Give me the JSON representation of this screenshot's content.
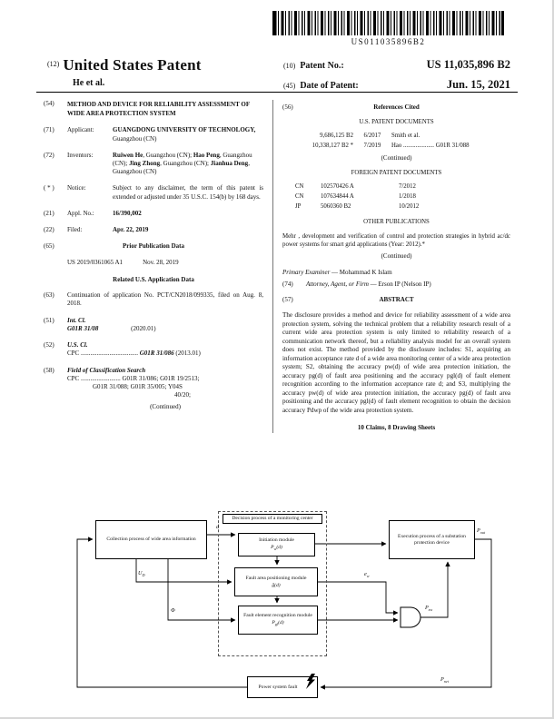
{
  "barcode": {
    "text": "US011035896B2"
  },
  "header": {
    "n12": "(12)",
    "title": "United States Patent",
    "authors": "He et al.",
    "n10": "(10)",
    "patent_no_label": "Patent No.:",
    "patent_no": "US 11,035,896 B2",
    "n45": "(45)",
    "date_label": "Date of Patent:",
    "date": "Jun. 15, 2021"
  },
  "left": {
    "f54": {
      "num": "(54)",
      "title": "METHOD AND DEVICE FOR RELIABILITY ASSESSMENT OF WIDE AREA PROTECTION SYSTEM"
    },
    "f71": {
      "num": "(71)",
      "label": "Applicant:",
      "bold": "GUANGDONG UNIVERSITY OF TECHNOLOGY,",
      "rest": " Guangzhou (CN)"
    },
    "f72": {
      "num": "(72)",
      "label": "Inventors:",
      "n1": "Ruiwen He",
      "l1": ", Guangzhou (CN); ",
      "n2": "Hao Peng",
      "l2": ", Guangzhou (CN); ",
      "n3": "Jing Zhong",
      "l3": ", Guangzhou (CN); ",
      "n4": "Jianhua Deng",
      "l4": ", Guangzhou (CN)"
    },
    "notice": {
      "num": "( * )",
      "label": "Notice:",
      "text": "Subject to any disclaimer, the term of this patent is extended or adjusted under 35 U.S.C. 154(b) by 168 days."
    },
    "f21": {
      "num": "(21)",
      "label": "Appl. No.:",
      "value": "16/390,002"
    },
    "f22": {
      "num": "(22)",
      "label": "Filed:",
      "value": "Apr. 22, 2019"
    },
    "f65": {
      "num": "(65)",
      "heading": "Prior Publication Data",
      "pub": "US 2019/0361065 A1",
      "date": "Nov. 28, 2019"
    },
    "related_heading": "Related U.S. Application Data",
    "f63": {
      "num": "(63)",
      "text": "Continuation of application No. PCT/CN2018/099335, filed on Aug. 8, 2018."
    },
    "f51": {
      "num": "(51)",
      "label": "Int. Cl.",
      "cls": "G01R 31/08",
      "ver": "(2020.01)"
    },
    "f52": {
      "num": "(52)",
      "label": "U.S. Cl.",
      "cpc_pre": "CPC ....................................",
      "cpc_cls": " G01R 31/086 ",
      "cpc_ver": "(2013.01)"
    },
    "f58": {
      "num": "(58)",
      "label": "Field of Classification Search",
      "line1": "CPC ......................... G01R 31/086; G01R 19/2513;",
      "line2": "G01R 31/088; G01R 35/005; Y04S",
      "line3": "40/20;",
      "continued": "(Continued)"
    }
  },
  "right": {
    "f56": {
      "num": "(56)",
      "heading": "References Cited"
    },
    "us_heading": "U.S. PATENT DOCUMENTS",
    "us_refs": [
      {
        "num": "9,686,125 B2",
        "date": "6/2017",
        "name": "Smith et al."
      },
      {
        "num": "10,338,127 B2 *",
        "date": "7/2019",
        "name": "Hao .................... G01R 31/088"
      }
    ],
    "us_continued": "(Continued)",
    "foreign_heading": "FOREIGN PATENT DOCUMENTS",
    "foreign_refs": [
      {
        "country": "CN",
        "num": "102570426 A",
        "date": "7/2012"
      },
      {
        "country": "CN",
        "num": "107634844 A",
        "date": "1/2018"
      },
      {
        "country": "JP",
        "num": "5060360 B2",
        "date": "10/2012"
      }
    ],
    "other_heading": "OTHER PUBLICATIONS",
    "other_text": "Mehr , development and verification of control and protection strategies in hybrid ac/dc power systems for smart grid applications (Year: 2012).*",
    "other_continued": "(Continued)",
    "examiner": {
      "label": "Primary Examiner",
      "dash": " — ",
      "name": "Mohammad K Islam"
    },
    "attorney": {
      "num": "(74)",
      "label": "Attorney, Agent, or Firm",
      "dash": " — ",
      "name": "Erson IP (Nelson IP)"
    },
    "f57": {
      "num": "(57)",
      "heading": "ABSTRACT",
      "text": "The disclosure provides a method and device for reliability assessment of a wide area protection system, solving the technical problem that a reliability research result of a current wide area protection system is only limited to reliability research of a communication network thereof, but a reliability analysis model for an overall system does not exist. The method provided by the disclosure includes: S1, acquiring an information acceptance rate d of a wide area monitoring center of a wide area protection system; S2, obtaining the accuracy pw(d) of wide area protection initiation, the accuracy pg(d) of fault area positioning and the accuracy pgl(d) of fault element recognition according to the information acceptance rate d; and S3, multiplying the accuracy pw(d) of wide area protection initiation, the accuracy pg(d) of fault area positioning and the accuracy pgl(d) of fault element recognition to obtain the decision accuracy Pdwp of the wide area protection system."
    },
    "claims_line": "10 Claims, 8 Drawing Sheets"
  },
  "figure": {
    "collection": "Collection process of wide area information",
    "decision_title": "Decision process of a monitoring center",
    "init_name": "Initiation module",
    "init_f_base": "P",
    "init_f_sub": "w",
    "init_f_post": "(d)",
    "area_name": "Fault area positioning module",
    "area_formula": "g̃(d)",
    "elem_name": "Fault element recognition module",
    "elem_f_base": "P",
    "elem_f_sub": "gl",
    "elem_f_post": "(d)",
    "execution": "Execution process of a substation protection device",
    "fault": "Power system fault",
    "labels": {
      "d": "d",
      "ud_b": "U",
      "ud_s": "D",
      "phi": "Φ",
      "ew_b": "e",
      "ew_s": "w",
      "psw_b": "P",
      "psw_s": "sw",
      "pout_b": "P",
      "pout_s": "out",
      "pnet_b": "P",
      "pnet_s": "net"
    }
  }
}
